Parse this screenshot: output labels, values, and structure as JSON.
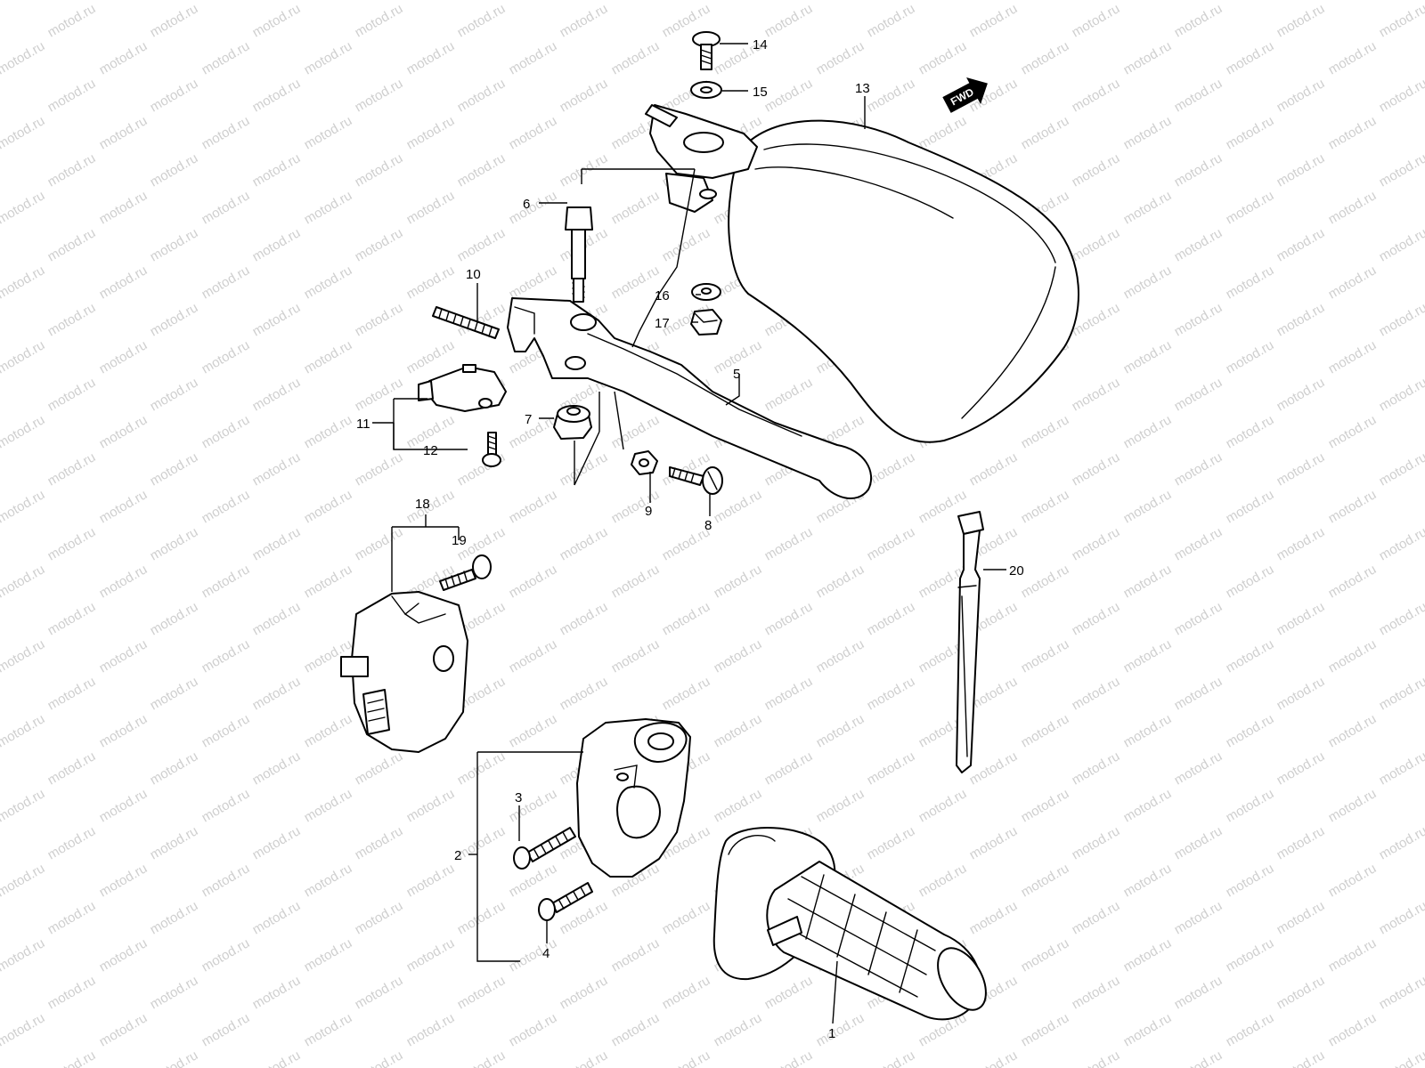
{
  "watermark": "motod.ru",
  "direction_marker": "FWD",
  "callouts": {
    "p1": "1",
    "p2": "2",
    "p3": "3",
    "p4": "4",
    "p5": "5",
    "p6": "6",
    "p7": "7",
    "p8": "8",
    "p9": "9",
    "p10": "10",
    "p11": "11",
    "p12": "12",
    "p13": "13",
    "p14": "14",
    "p15": "15",
    "p16": "16",
    "p17": "17",
    "p18": "18",
    "p19": "19",
    "p20": "20"
  },
  "colors": {
    "line": "#000000",
    "background": "#ffffff",
    "watermark": "#cfcfcf"
  }
}
